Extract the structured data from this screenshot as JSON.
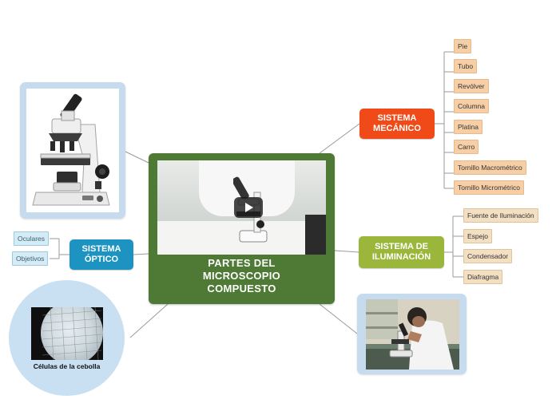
{
  "central": {
    "title_lines": [
      "PARTES DEL",
      "MICROSCOPIO",
      "COMPUESTO"
    ],
    "media": {
      "type": "video",
      "control_icon": "play-icon"
    }
  },
  "branches": {
    "mecanico": {
      "label_lines": [
        "SISTEMA",
        "MECÁNICO"
      ],
      "color": "#f04a18",
      "items": [
        "Pie",
        "Tubo",
        "Revólver",
        "Columna",
        "Platina",
        "Carro",
        "Tornillo Macrométrico",
        "Tornillo Micrométrico"
      ]
    },
    "iluminacion": {
      "label_lines": [
        "SISTEMA DE",
        "ILUMINACIÓN"
      ],
      "color": "#9ab73b",
      "items": [
        "Fuente de Iluminación",
        "Espejo",
        "Condensador",
        "Diafragma"
      ]
    },
    "optico": {
      "label_lines": [
        "SISTEMA",
        "ÓPTICO"
      ],
      "color": "#1d93c2",
      "items": [
        "Oculares",
        "Objetivos"
      ]
    }
  },
  "images": {
    "microscope": {
      "icon": "microscope-image"
    },
    "student": {
      "icon": "student-microscope-photo"
    },
    "onion": {
      "caption": "Células de la cebolla",
      "icon": "onion-cells-image"
    }
  },
  "colors": {
    "central": "#4e7a36",
    "leaf_mecanico": "#f7cfa6",
    "leaf_iluminacion": "#f3dfc1",
    "leaf_optico": "#d5ecf6",
    "card": "#c6dcee"
  }
}
